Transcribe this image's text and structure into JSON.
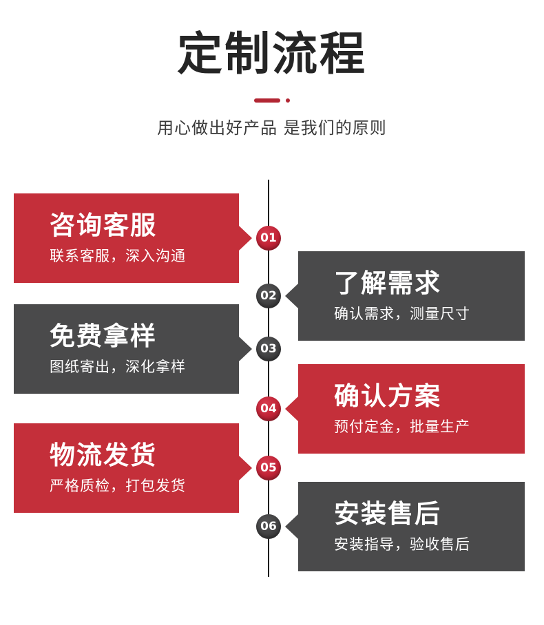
{
  "header": {
    "title": "定制流程",
    "subtitle": "用心做出好产品 是我们的原则"
  },
  "colors": {
    "accent_red": "#c42f3a",
    "divider_red": "#b22633",
    "dark_gray": "#4a4a4b",
    "timeline_line": "#1d1d1d",
    "title_text": "#252525"
  },
  "steps": [
    {
      "num": "01",
      "title": "咨询客服",
      "desc": "联系客服，深入沟通",
      "side": "left",
      "theme": "red"
    },
    {
      "num": "02",
      "title": "了解需求",
      "desc": "确认需求，测量尺寸",
      "side": "right",
      "theme": "dark"
    },
    {
      "num": "03",
      "title": "免费拿样",
      "desc": "图纸寄出，深化拿样",
      "side": "left",
      "theme": "dark"
    },
    {
      "num": "04",
      "title": "确认方案",
      "desc": "预付定金，批量生产",
      "side": "right",
      "theme": "red"
    },
    {
      "num": "05",
      "title": "物流发货",
      "desc": "严格质检，打包发货",
      "side": "left",
      "theme": "red"
    },
    {
      "num": "06",
      "title": "安装售后",
      "desc": "安装指导，验收售后",
      "side": "right",
      "theme": "dark"
    }
  ]
}
